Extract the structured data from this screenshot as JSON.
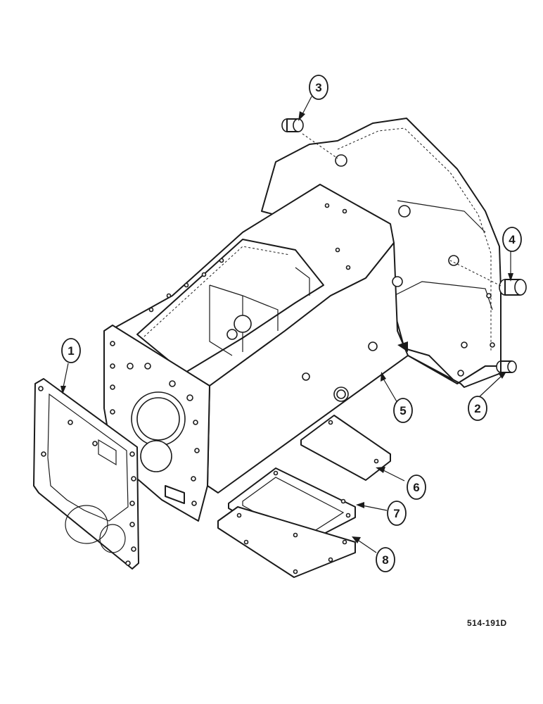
{
  "callouts": [
    {
      "id": "1",
      "label": "1"
    },
    {
      "id": "2",
      "label": "2"
    },
    {
      "id": "3",
      "label": "3"
    },
    {
      "id": "4",
      "label": "4"
    },
    {
      "id": "5",
      "label": "5"
    },
    {
      "id": "6",
      "label": "6"
    },
    {
      "id": "7",
      "label": "7"
    },
    {
      "id": "8",
      "label": "8"
    }
  ],
  "reference_code": "514-191D"
}
